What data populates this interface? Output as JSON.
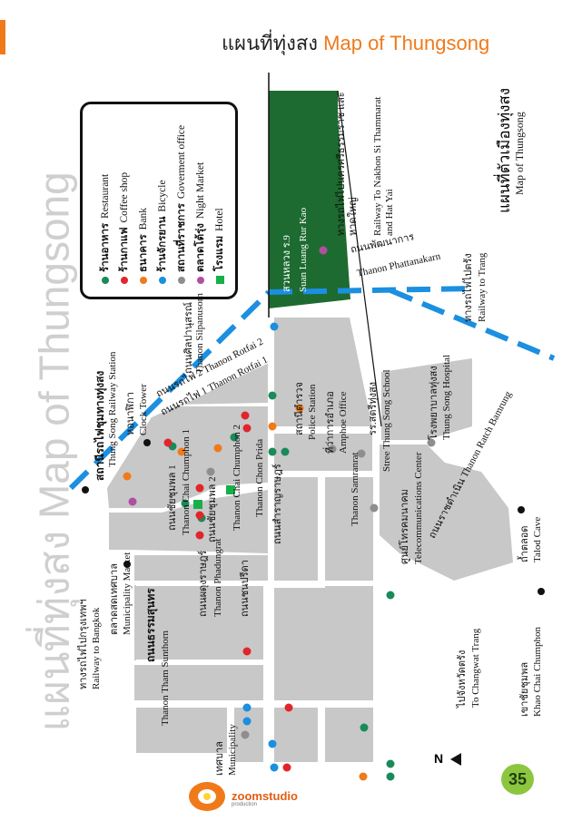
{
  "header": {
    "title_th": "แผนที่ทุ่งสง",
    "title_en": "Map of Thungsong"
  },
  "side_title": "แผนที่ทุ่งสง Map of Thungsong",
  "page_number": "35",
  "brand": {
    "name": "zoomstudio",
    "tagline": "production"
  },
  "compass": "N",
  "colors": {
    "restaurant": "#1a8a5a",
    "coffee_shop": "#e0262b",
    "bank": "#f07a1a",
    "bicycle": "#1b8fe0",
    "government_office": "#8e8e8e",
    "night_market": "#b04fa2",
    "hotel": "#16b04a",
    "park": "#1d6b30",
    "road_block": "#c8c8c8",
    "railway": "#1b8fe0"
  },
  "legend": [
    {
      "th": "ร้านอาหาร",
      "en": "Restaurant",
      "icon": "green-dot"
    },
    {
      "th": "ร้านกาแฟ",
      "en": "Coffee shop",
      "icon": "red-dot"
    },
    {
      "th": "ธนาคาร",
      "en": "Bank",
      "icon": "orange-dot"
    },
    {
      "th": "ร้านจักรยาน",
      "en": "Bicycle",
      "icon": "blue-dot"
    },
    {
      "th": "สถานที่ราชการ",
      "en": "Goverment office",
      "icon": "gray-dot"
    },
    {
      "th": "ตลาดโต้รุ่ง",
      "en": "Night Market",
      "icon": "purple-dot"
    },
    {
      "th": "โรงแรม",
      "en": "Hotel",
      "icon": "green-square"
    }
  ],
  "labels": {
    "railway_station_th": "สถานีรถไฟชุมทางทุ่งสง",
    "railway_station_en": "Thung Song Railway Station",
    "clock_tower_th": "หอนาฬิกา",
    "clock_tower_en": "Clock Tower",
    "silpanusorn_th": "ถนนศิลปานุสรณ์",
    "silpanusorn_en": "Thanon Silpanusorn",
    "rotfai2_th": "ถนนรถไฟ 2",
    "rotfai2_en": "Thanon Rotfai 2",
    "rotfai1_th": "ถนนรถไฟ 1",
    "rotfai1_en": "Thanon Rotfai 1",
    "chaichumphon1_th": "ถนนชัยชุมพล 1",
    "chaichumphon1_en": "Thanon Chai Chumphon 1",
    "chaichumphon2_th": "ถนนชัยชุมพล 2",
    "chaichumphon2_en": "Thanon Chai Chumphon 2",
    "phadungrat_th": "ถนนผดุงราษฎร์",
    "phadungrat_en": "Thanon Phadungrat",
    "chonprida_th": "ถนนชนปรีดา",
    "chonprida_en": "Thanon Chon Prida",
    "sunthorn_th": "ถนนธรรมสุนทร",
    "sunthorn_en": "Thanon Tham Sunthorn",
    "municipality_market_th": "ตลาดสดเทศบาล",
    "municipality_market_en": "Municipality Market",
    "railway_bangkok_th": "ทางรถไฟไปกรุงเทพฯ",
    "railway_bangkok_en": "Railway to Bangkok",
    "municipality_th": "เทศบาล",
    "municipality_en": "Municipality",
    "to_trang_th": "ไปจังหวัดตรัง",
    "to_trang_en": "To Changwat Trang",
    "khao_chai_th": "เขาชัยชุมพล",
    "khao_chai_en": "Khao Chai Chumphon",
    "talod_th": "ถ้ำตลอด",
    "talod_en": "Talod Cave",
    "samranrat_th": "ถนนสำราญราษฎร์",
    "samranrat_en": "Thanon Samranrat",
    "telecom_th": "ศูนย์โทรคมนาคม",
    "telecom_en": "Telecommunications Center",
    "police_th": "สถานีตำรวจ",
    "police_en": "Police Station",
    "amphoe_th": "ที่ว่าการอำเภอ",
    "amphoe_en": "Amphoe Office",
    "school_th": "รร.สตรีทุ่งสง",
    "school_en": "Stree Thung Song School",
    "hospital_th": "โรงพยาบาลทุ่งสง",
    "hospital_en": "Thung Song Hospital",
    "ratchbamrung_th": "ถนนราชดำเนิน",
    "ratchbamrung_en": "Thanon Ratch Bamrung",
    "park_th": "สวนหลวง ร.9",
    "park_en": "Suan Luang Rur Kao",
    "phattanakarn_th": "ถนนพัฒนาการ",
    "phattanakarn_en": "Thanon Phattanakarn",
    "railway_nakhon_th": "ทางรถไฟไปนครศรีธรรมราช และหาดใหญ่",
    "railway_nakhon_en": "Railway To Nakhon Si Thammarat and Hat Yai",
    "railway_trang_th": "ทางรถไฟไปตรัง",
    "railway_trang_en": "Railway to Trang",
    "town_map_th": "แผนที่ตัวเมืองทุ่งสง",
    "town_map_en": "Map of Thungsong"
  }
}
